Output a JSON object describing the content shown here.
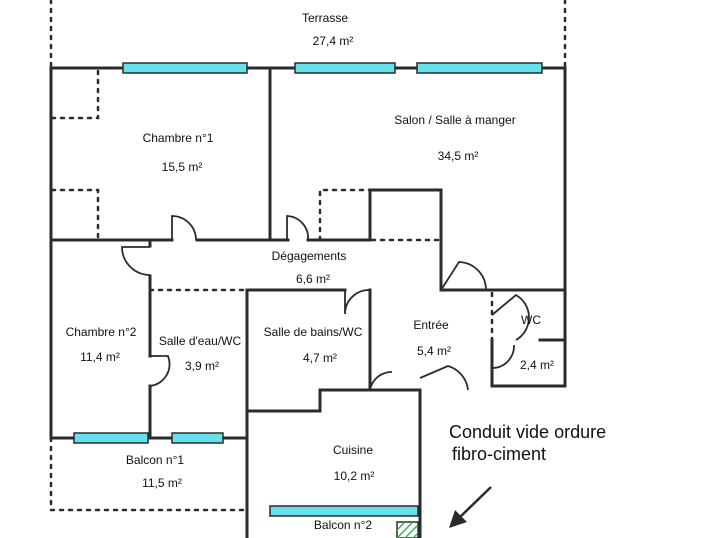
{
  "colors": {
    "wall": "#2b2b2b",
    "window": "#66e0ea",
    "dotted": "#2b2b2b",
    "hatch": "#3aa84a",
    "text": "#111111"
  },
  "rooms": {
    "terrasse": {
      "name": "Terrasse",
      "area": "27,4  m²"
    },
    "chambre1": {
      "name": "Chambre n°1",
      "area": "15,5  m²"
    },
    "salon": {
      "name": "Salon / Salle à manger",
      "area": "34,5  m²"
    },
    "degagements": {
      "name": "Dégagements",
      "area": "6,6  m²"
    },
    "chambre2": {
      "name": "Chambre n°2",
      "area": "11,4  m²"
    },
    "salle_eau": {
      "name": "Salle d'eau/WC",
      "area": "3,9  m²"
    },
    "salle_bains": {
      "name": "Salle de bains/WC",
      "area": "4,7  m²"
    },
    "entree": {
      "name": "Entrée",
      "area": "5,4  m²"
    },
    "wc": {
      "name": "WC",
      "area": "2,4  m²"
    },
    "cuisine": {
      "name": "Cuisine",
      "area": "10,2  m²"
    },
    "balcon1": {
      "name": "Balcon n°1",
      "area": "11,5  m²"
    },
    "balcon2": {
      "name": "Balcon n°2"
    }
  },
  "annotation": {
    "line1": "Conduit vide ordure",
    "line2": "fibro-ciment"
  }
}
